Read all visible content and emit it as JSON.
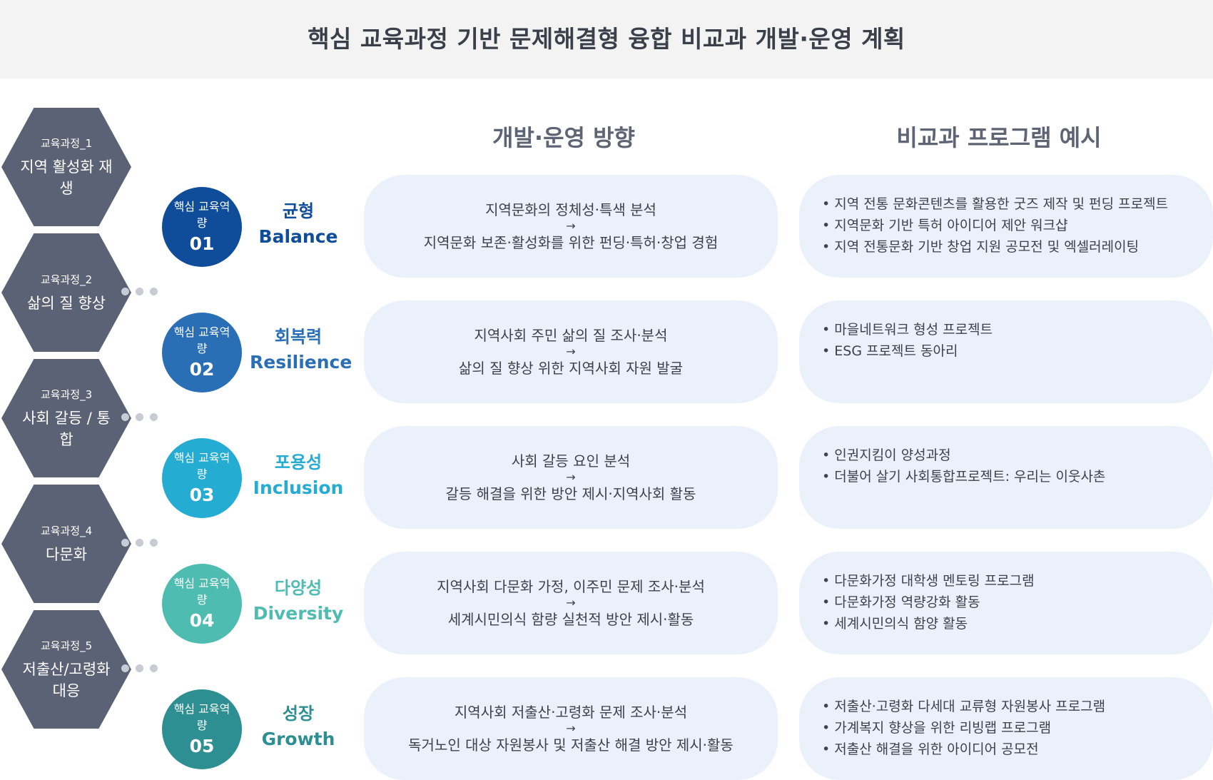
{
  "title": "핵심 교육과정 기반 문제해결형 융합 비교과 개발·운영 계획",
  "headers": {
    "direction": "개발·운영 방향",
    "programs": "비교과 프로그램 예시"
  },
  "curricula": [
    {
      "num": "교육과정_1",
      "name": "지역 활성화 재생"
    },
    {
      "num": "교육과정_2",
      "name": "삶의 질 향상"
    },
    {
      "num": "교육과정_3",
      "name": "사회 갈등 / 통합"
    },
    {
      "num": "교육과정_4",
      "name": "다문화"
    },
    {
      "num": "교육과정_5",
      "name": "저출산/고령화 대응"
    }
  ],
  "competencies": [
    {
      "label": "핵심 교육역량",
      "num": "01",
      "kr": "균형",
      "en": "Balance",
      "color": "#0f4c9a",
      "dir1": "지역문화의 정체성·특색 분석",
      "arrow": "→",
      "dir2": "지역문화 보존·활성화를 위한 펀딩·특허·창업 경험",
      "programs": [
        "지역 전통 문화콘텐츠를 활용한 굿즈 제작 및 펀딩 프로젝트",
        "지역문화 기반 특허 아이디어 제안 워크샵",
        "지역 전통문화 기반 창업 지원 공모전 및 엑셀러레이팅"
      ]
    },
    {
      "label": "핵심 교육역량",
      "num": "02",
      "kr": "회복력",
      "en": "Resilience",
      "color": "#2a6fb5",
      "dir1": "지역사회 주민 삶의 질 조사·분석",
      "arrow": "→",
      "dir2": "삶의 질 향상 위한 지역사회 자원 발굴",
      "programs": [
        "마을네트워크 형성 프로젝트",
        "ESG 프로젝트 동아리"
      ]
    },
    {
      "label": "핵심 교육역량",
      "num": "03",
      "kr": "포용성",
      "en": "Inclusion",
      "color": "#25acd3",
      "dir1": "사회 갈등 요인 분석",
      "arrow": "→",
      "dir2": "갈등 해결을 위한 방안 제시·지역사회 활동",
      "programs": [
        "인권지킴이 양성과정",
        "더불어 살기 사회통합프로젝트: 우리는 이웃사촌"
      ]
    },
    {
      "label": "핵심 교육역량",
      "num": "04",
      "kr": "다양성",
      "en": "Diversity",
      "color": "#4fbcb1",
      "dir1": "지역사회 다문화 가정, 이주민 문제 조사·분석",
      "arrow": "→",
      "dir2": "세계시민의식 함량 실천적 방안 제시·활동",
      "programs": [
        "다문화가정 대학생 멘토링 프로그램",
        "다문화가정 역량강화 활동",
        "세계시민의식 함양 활동"
      ]
    },
    {
      "label": "핵심 교육역량",
      "num": "05",
      "kr": "성장",
      "en": "Growth",
      "color": "#2e8f92",
      "dir1": "지역사회 저출산·고령화 문제 조사·분석",
      "arrow": "→",
      "dir2": "독거노인 대상 자원봉사 및 저출산 해결 방안 제시·활동",
      "programs": [
        "저출산·고령화 다세대 교류형 자원봉사 프로그램",
        "가계복지 향상을 위한 리빙랩 프로그램",
        "저출산 해결을 위한 아이디어 공모전"
      ]
    }
  ]
}
